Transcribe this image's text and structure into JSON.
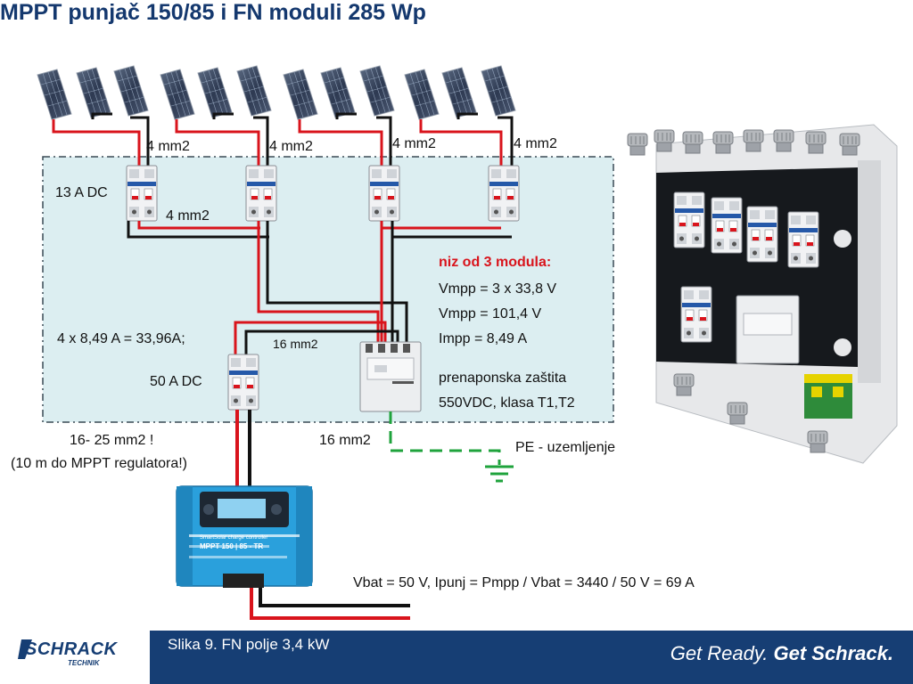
{
  "title": "MPPT punjač 150/85 i FN moduli 285 Wp",
  "wires": {
    "string1": "4 mm2",
    "string2": "4 mm2",
    "string3": "4 mm2",
    "string4": "4 mm2",
    "bus": "4 mm2",
    "main_bus": "16 mm2",
    "pe_wire": "16 mm2",
    "mppt_cable": "16- 25 mm2 !",
    "mppt_cable_note": "(10 m do MPPT regulatora!)"
  },
  "breakers": {
    "string_rating": "13 A DC",
    "main_rating": "50 A DC"
  },
  "calc": {
    "total_current": "4 x 8,49 A = 33,96A;",
    "header": "niz od 3 modula:",
    "vmpp1": "Vmpp = 3 x 33,8 V",
    "vmpp2": "Vmpp =  101,4 V",
    "impp": "Impp = 8,49 A"
  },
  "surge": {
    "line1": "prenaponska zaštita",
    "line2": "550VDC, klasa T1,T2"
  },
  "ground": "PE - uzemljenje",
  "battery_formula": "Vbat =  50 V,  Ipunj = Pmpp / Vbat = 3440 / 50 V = 69 A",
  "controller": {
    "brand": "SmartSolar charge controller",
    "model": "MPPT 150 | 85 - TR"
  },
  "footer": {
    "caption": "Slika 9. FN polje 3,4 kW",
    "slogan_light": "Get Ready.",
    "slogan_bold": "Get Schrack.",
    "logo_main": "SCHRACK",
    "logo_sub": "TECHNIK"
  },
  "colors": {
    "title": "#14386e",
    "footer_band": "#163e74",
    "box_fill": "#dceef1",
    "positive_wire": "#d9141c",
    "negative_wire": "#111111",
    "pe_wire": "#1fa33c",
    "controller": "#2aa0dc"
  },
  "icons": [
    "solar-panel-icon",
    "dc-breaker-icon",
    "surge-protector-icon",
    "ground-icon",
    "mppt-controller-icon",
    "cable-gland-icon",
    "terminal-block-icon",
    "enclosure-icon"
  ]
}
